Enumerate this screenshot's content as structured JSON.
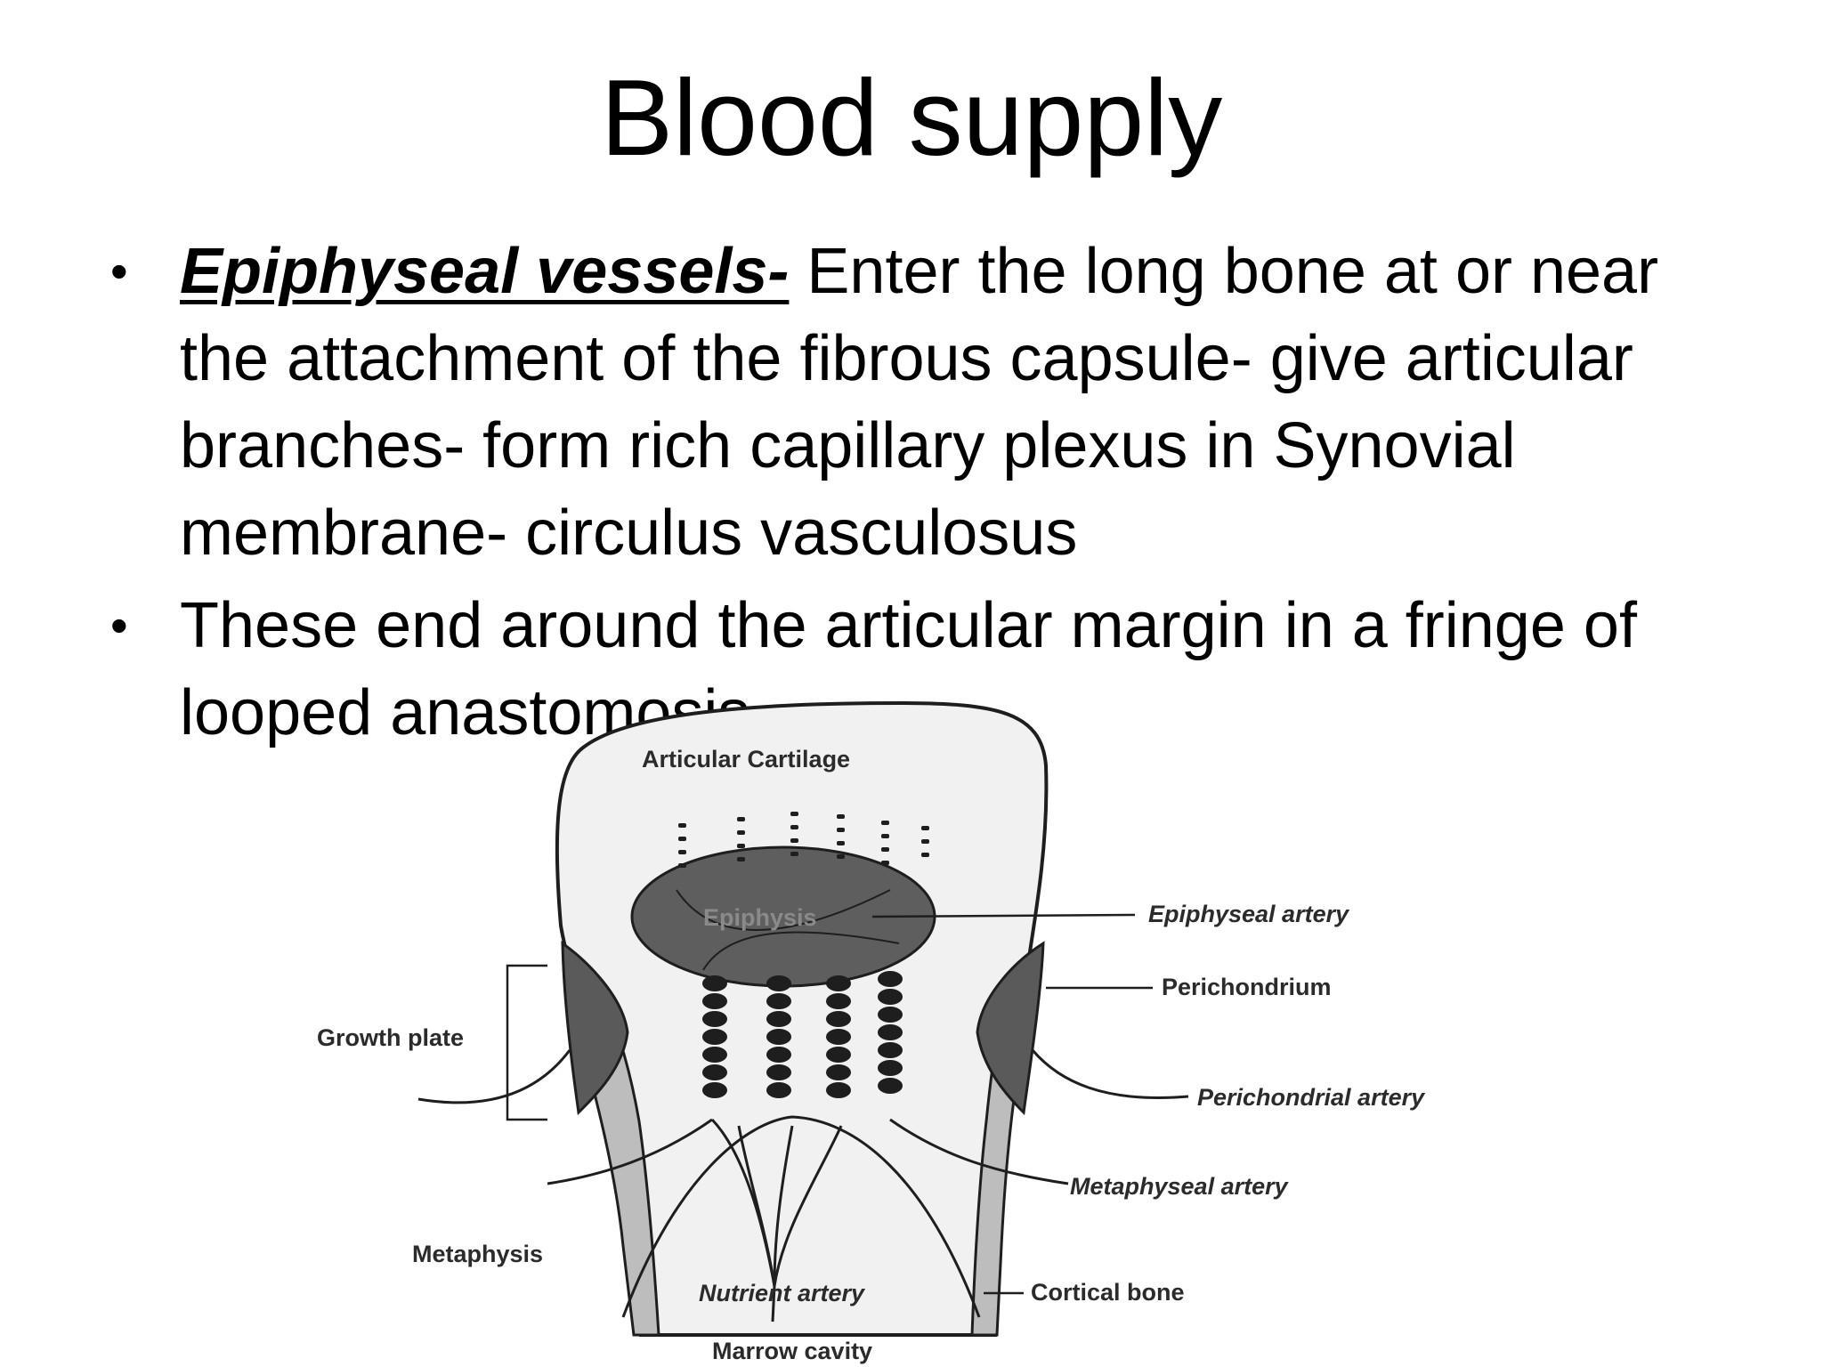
{
  "slide": {
    "title": "Blood supply",
    "bullets": [
      {
        "term": "Epiphyseal vessels-",
        "text": " Enter the long bone at or near the attachment of the fibrous capsule- give articular branches- form rich capillary plexus in Synovial membrane- circulus vasculosus"
      },
      {
        "term": "",
        "text": "These end around the articular margin in a fringe of looped anastomosis."
      }
    ]
  },
  "diagram": {
    "labels": {
      "articular_cartilage": "Articular Cartilage",
      "epiphysis": "Epiphysis",
      "epiphyseal_artery": "Epiphyseal artery",
      "perichondrium": "Perichondrium",
      "growth_plate": "Growth plate",
      "perichondrial_artery": "Perichondrial artery",
      "metaphyseal_artery": "Metaphyseal artery",
      "metaphysis": "Metaphysis",
      "nutrient_artery": "Nutrient artery",
      "cortical_bone": "Cortical bone",
      "marrow_cavity": "Marrow cavity"
    },
    "colors": {
      "epiphysis_fill": "#5e5e5e",
      "perichondrium_fill": "#5a5a5a",
      "cortex_fill": "#bdbdbd",
      "background_fill": "#f1f1f1",
      "line": "#1e1e1e"
    }
  }
}
